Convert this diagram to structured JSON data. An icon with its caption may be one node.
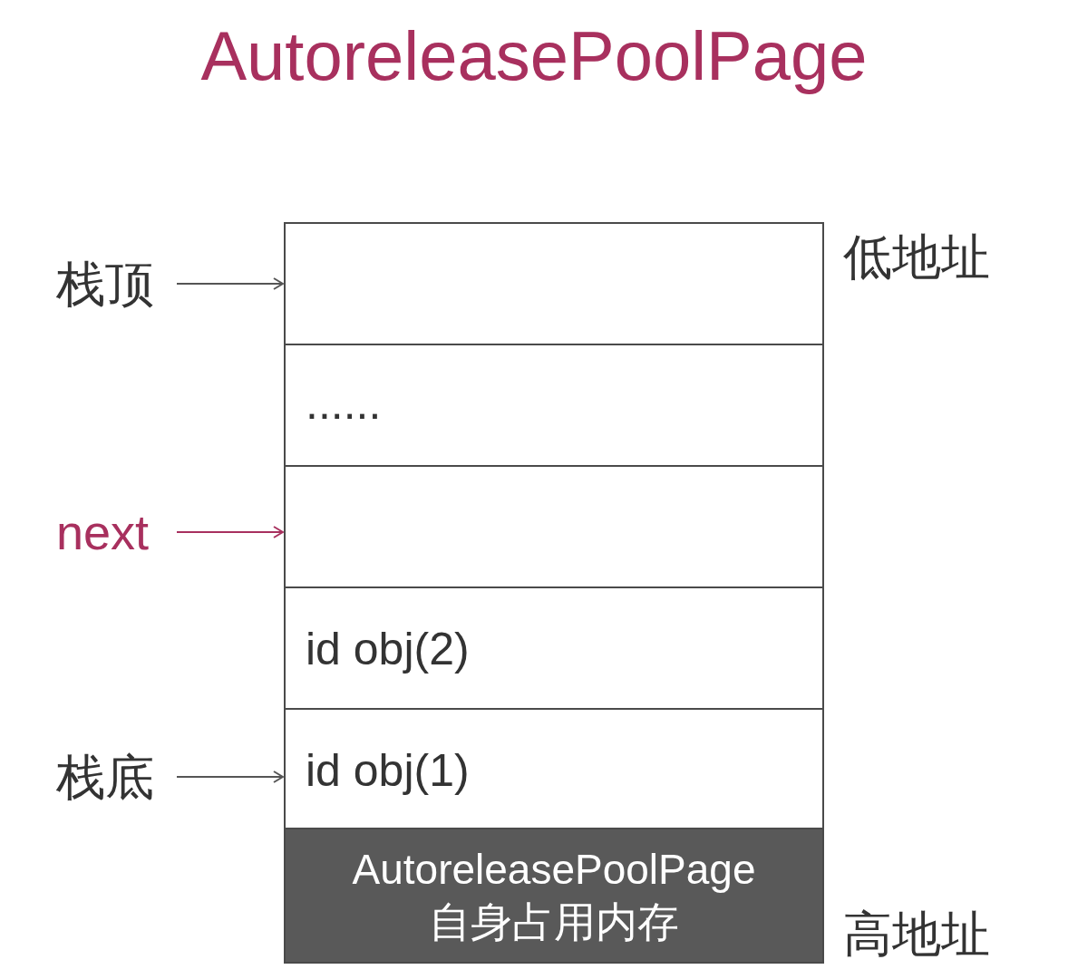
{
  "diagram": {
    "title": "AutoreleasePoolPage",
    "nodes": [
      {
        "text": [
          "栈顶"
        ]
      },
      {
        "text": [],
        "shape": "box"
      },
      {
        "text": [
          "......"
        ]
      },
      {
        "text": [
          "next"
        ]
      },
      {
        "text": [],
        "shape": "box"
      },
      {
        "text": [
          "id obj(2)"
        ]
      },
      {
        "text": [
          "栈底"
        ]
      },
      {
        "text": [
          "id obj(1)"
        ]
      },
      {
        "text": [
          "AutoreleasePoolPage",
          "自身占用内存"
        ]
      }
    ],
    "edges": [
      {
        "from": 0,
        "to": 1,
        "arrow": "to"
      },
      {
        "from": 3,
        "to": 4,
        "arrow": "to",
        "color": "#a8305e"
      },
      {
        "from": 6,
        "to": 7,
        "arrow": "to"
      }
    ],
    "labels": [
      "低地址",
      "高地址"
    ]
  }
}
